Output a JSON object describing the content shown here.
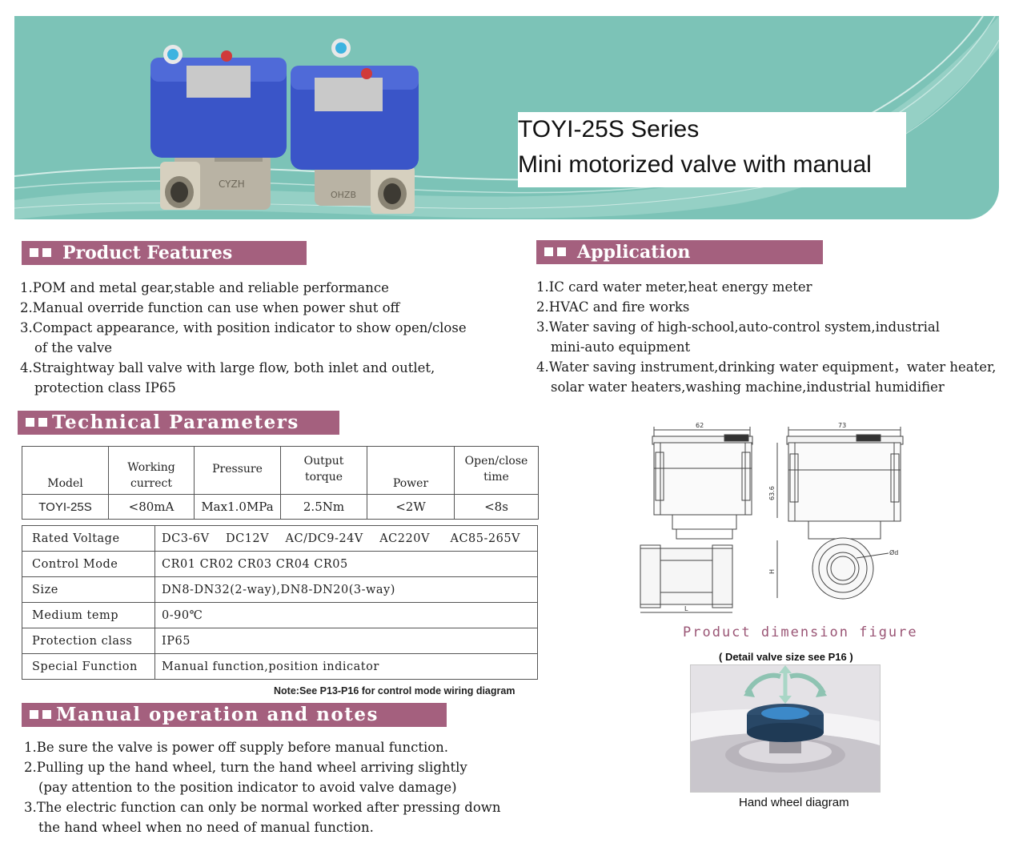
{
  "banner": {
    "series": "TOYI-25S Series",
    "subtitle": "Mini motorized valve with manual",
    "valve_marking_left": "CYZH",
    "valve_marking_right": "OHZB"
  },
  "features": {
    "title": "Product Features",
    "items": [
      {
        "num": "1.",
        "text": "POM and metal gear,stable and reliable performance",
        "cont": ""
      },
      {
        "num": "2.",
        "text": "Manual override function can use when power shut off",
        "cont": ""
      },
      {
        "num": "3.",
        "text": "Compact appearance, with position indicator to show open/close",
        "cont": "of the valve"
      },
      {
        "num": "4.",
        "text": "Straightway ball valve with large flow, both inlet and outlet,",
        "cont": "protection class IP65"
      }
    ]
  },
  "application": {
    "title": "Application",
    "items": [
      {
        "num": "1.",
        "text": "IC card water meter,heat energy meter",
        "cont": ""
      },
      {
        "num": "2.",
        "text": "HVAC and fire works",
        "cont": ""
      },
      {
        "num": "3.",
        "text": "Water saving of high-school,auto-control system,industrial",
        "cont": "mini-auto equipment"
      },
      {
        "num": "4.",
        "text": "Water saving instrument,drinking water equipment，water heater,",
        "cont": "solar water heaters,washing machine,industrial humidifier"
      }
    ]
  },
  "technical": {
    "title": "Technical Parameters",
    "headers": {
      "model": "Model",
      "working_1": "Working",
      "working_2": "currect",
      "pressure": "Pressure",
      "torque_1": "Output",
      "torque_2": "torque",
      "power": "Power",
      "time_1": "Open/close",
      "time_2": "time"
    },
    "values": {
      "model": "TOYI-25S",
      "working": "<80mA",
      "pressure": "Max1.0MPa",
      "torque": "2.5Nm",
      "power": "<2W",
      "time": "<8s"
    },
    "specs": [
      {
        "label": "Rated Voltage",
        "value": "DC3-6V    DC12V    AC/DC9-24V    AC220V     AC85-265V"
      },
      {
        "label": "Control Mode",
        "value": "CR01 CR02 CR03 CR04 CR05"
      },
      {
        "label": "Size",
        "value": "DN8-DN32(2-way),DN8-DN20(3-way)"
      },
      {
        "label": "Medium temp",
        "value": "0-90℃"
      },
      {
        "label": "Protection class",
        "value": "IP65"
      },
      {
        "label": "Special Function",
        "value": "Manual function,position indicator"
      }
    ],
    "note": "Note:See  P13-P16 for control mode wiring diagram"
  },
  "manual": {
    "title": "Manual operation and notes",
    "items": [
      {
        "num": "1.",
        "text": "Be sure the valve is power off supply before manual function.",
        "cont": ""
      },
      {
        "num": "2.",
        "text": "Pulling up the hand wheel, turn the hand wheel arriving slightly",
        "cont": "(pay attention to the position indicator to avoid valve damage)"
      },
      {
        "num": "3.",
        "text": "The electric function can only be normal worked after pressing down",
        "cont": "the hand wheel when no need of manual function."
      }
    ]
  },
  "dimension": {
    "dim_width_front": "62",
    "dim_width_side": "73",
    "dim_height": "63.6",
    "dim_h": "H",
    "dim_l": "L",
    "dim_d": "Ød",
    "caption": "Product dimension figure",
    "sub": "( Detail valve size see P16 )"
  },
  "wheel": {
    "caption": "Hand wheel diagram"
  },
  "colors": {
    "banner_teal": "#7cc3b7",
    "section_header": "#a4607e",
    "valve_blue": "#3a55c8",
    "caption_mauve": "#9a5575"
  }
}
